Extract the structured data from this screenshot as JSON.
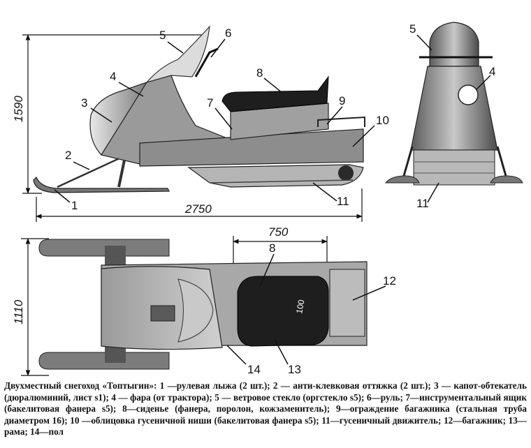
{
  "dimensions": {
    "height_side": "1590",
    "length": "2750",
    "width_top": "1110",
    "seat_length": "750"
  },
  "labels": {
    "n1": "1",
    "n2": "2",
    "n3": "3",
    "n4": "4",
    "n5": "5",
    "n6": "6",
    "n7": "7",
    "n8": "8",
    "n9": "9",
    "n10": "10",
    "n11": "11",
    "n12": "12",
    "n13": "13",
    "n14": "14",
    "seat_mark": "100"
  },
  "caption": "Двухместный снегоход «Топтыгин»: 1 —рулевая лыжа (2 шт.); 2 — анти-клевковая оттяжка (2 шт.); 3 — капот-обтекатель (дюралюминий, лист s1); 4 — фара (от трактора); 5 — ветровое стекло (оргстекло s5); 6—руль; 7—инструментальный ящик (бакелитовая фанера s5); 8—сиденье (фанера, поролон, кожзаменитель); 9—ограждение багажника (стальная труба диаметром 16); 10 —облицовка гусеничной ниши (бакелитовая фанера s5); 11—гусеничный движитель; 12—багажник; 13—рама; 14—пол"
}
